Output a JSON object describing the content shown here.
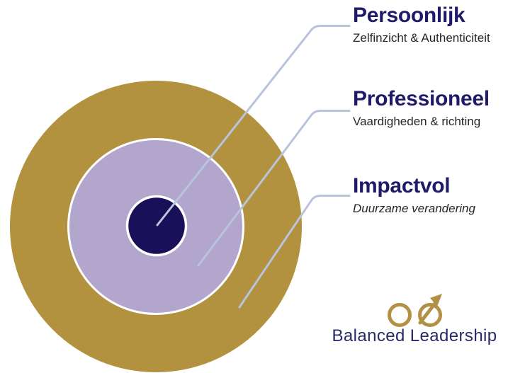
{
  "diagram": {
    "type": "concentric-circles",
    "rings": [
      {
        "level": "outer",
        "label": "Impactvol"
      },
      {
        "level": "middle",
        "label": "Professioneel"
      },
      {
        "level": "inner",
        "label": "Persoonlijk"
      }
    ]
  },
  "labels": [
    {
      "title": "Persoonlijk",
      "subtitle": "Zelfinzicht & Authenticiteit"
    },
    {
      "title": "Professioneel",
      "subtitle": "Vaardigheden & richting"
    },
    {
      "title": "Impactvol",
      "subtitle": "Duurzame verandering"
    }
  ],
  "logo": {
    "text": "Balanced Leadership",
    "icon": "infinity-arrow"
  },
  "colors": {
    "outer_ring": "#B2913F",
    "middle_ring": "#B3A6CC",
    "inner_circle": "#1A1059",
    "ring_border": "#FFFFFF",
    "connector_line": "#B9C4DC",
    "title_text": "#1F1B69",
    "subtitle_text": "#262626",
    "logo_gold": "#B29145",
    "logo_navy": "#2B2967",
    "background": "#FFFFFF"
  }
}
